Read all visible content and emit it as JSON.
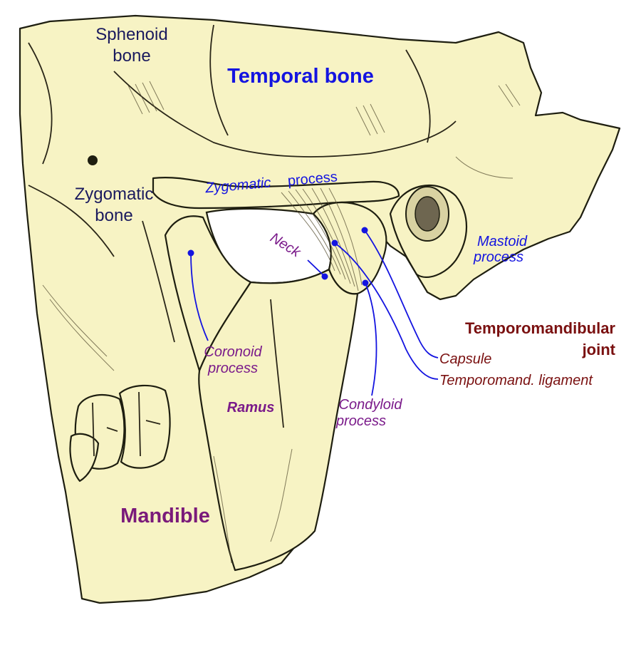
{
  "labels": {
    "sphenoid": [
      "Sphenoid",
      "bone"
    ],
    "temporal": "Temporal bone",
    "zygomatic_bone": [
      "Zygomatic",
      "bone"
    ],
    "zygomatic_process": [
      "Zygomatic",
      "process"
    ],
    "neck": "Neck",
    "mastoid": [
      "Mastoid",
      "process"
    ],
    "tmj": [
      "Temporomandibular",
      "joint"
    ],
    "capsule": "Capsule",
    "ligament": "Temporomand. ligament",
    "coronoid": [
      "Coronoid",
      "process"
    ],
    "ramus": "Ramus",
    "condyloid": [
      "Condyloid",
      "process"
    ],
    "mandible": "Mandible"
  },
  "colors": {
    "bone_fill": "#f7f3c4",
    "label_dark": "#1a1a5e",
    "label_blue": "#1414e0",
    "label_purple": "#7a1a8a",
    "label_maroon": "#7a1010",
    "leader_line": "#1414e0"
  }
}
